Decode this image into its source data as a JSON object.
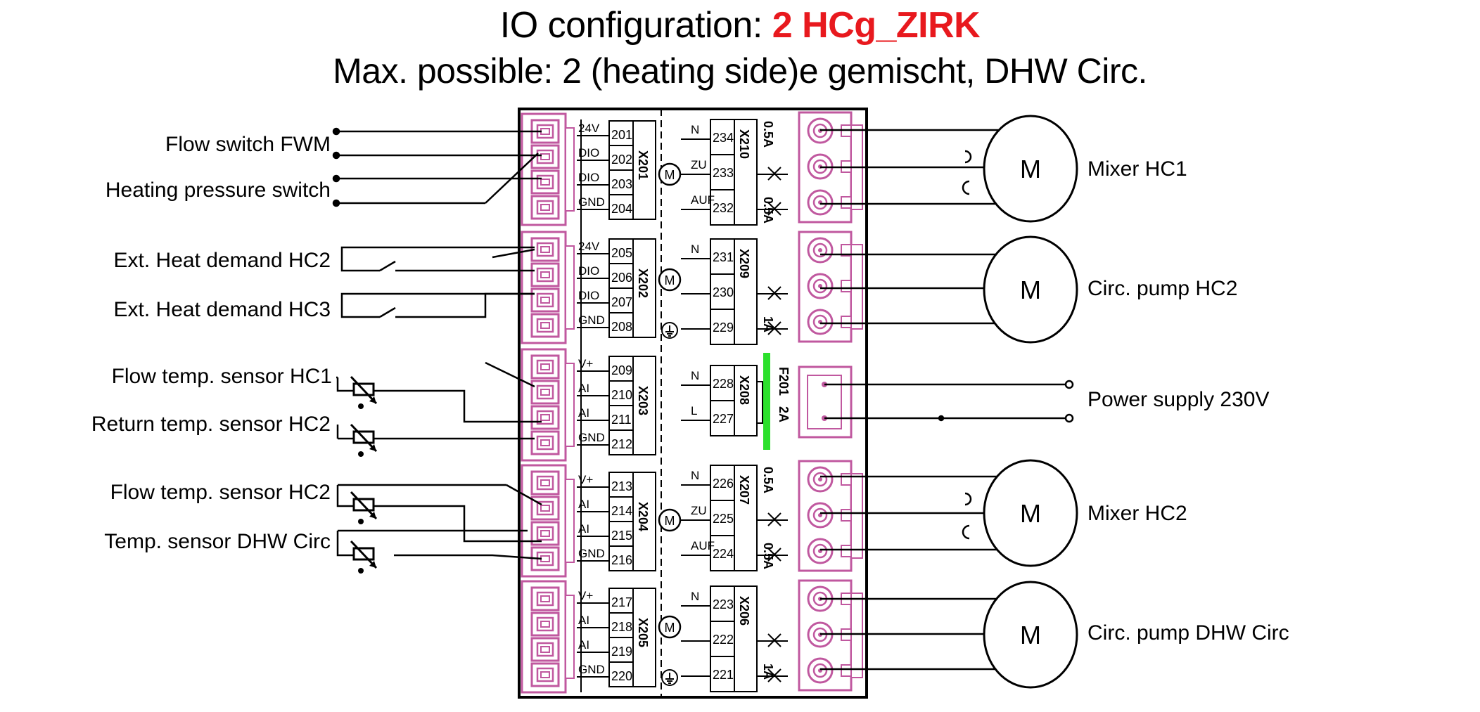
{
  "title": {
    "prefix": "IO configuration: ",
    "config": "2 HCg_ZIRK",
    "subtitle": "Max. possible: 2 (heating side)e gemischt, DHW Circ."
  },
  "colors": {
    "accent": "#e8191e",
    "connector": "#c0589f",
    "fuse": "#2ce02c"
  },
  "left_labels": {
    "flow_switch": "Flow switch FWM",
    "heating_pressure": "Heating pressure switch",
    "ext_heat_hc2": "Ext. Heat demand HC2",
    "ext_heat_hc3": "Ext. Heat demand HC3",
    "flow_temp_hc1": "Flow temp. sensor HC1",
    "return_temp_hc2": "Return temp. sensor HC2",
    "flow_temp_hc2": "Flow temp. sensor HC2",
    "temp_dhw_circ": "Temp. sensor DHW Circ"
  },
  "right_labels": {
    "mixer_hc1": "Mixer HC1",
    "circ_pump_hc2": "Circ. pump HC2",
    "power_supply": "Power supply 230V",
    "mixer_hc2": "Mixer HC2",
    "circ_pump_dhw": "Circ. pump DHW Circ"
  },
  "motor_symbol": "M",
  "connectors_left": [
    {
      "name": "X201",
      "signals": [
        "24V",
        "DIO",
        "DIO",
        "GND"
      ],
      "terminals": [
        "201",
        "202",
        "203",
        "204"
      ]
    },
    {
      "name": "X202",
      "signals": [
        "24V",
        "DIO",
        "DIO",
        "GND"
      ],
      "terminals": [
        "205",
        "206",
        "207",
        "208"
      ]
    },
    {
      "name": "X203",
      "signals": [
        "V+",
        "AI",
        "AI",
        "GND"
      ],
      "terminals": [
        "209",
        "210",
        "211",
        "212"
      ]
    },
    {
      "name": "X204",
      "signals": [
        "V+",
        "AI",
        "AI",
        "GND"
      ],
      "terminals": [
        "213",
        "214",
        "215",
        "216"
      ]
    },
    {
      "name": "X205",
      "signals": [
        "V+",
        "AI",
        "AI",
        "GND"
      ],
      "terminals": [
        "217",
        "218",
        "219",
        "220"
      ]
    }
  ],
  "connectors_right": [
    {
      "name": "X210",
      "signals": [
        "N",
        "ZU",
        "AUF"
      ],
      "terminals": [
        "234",
        "233",
        "232"
      ],
      "rating_top": "0.5A",
      "rating_bottom": "0.5A"
    },
    {
      "name": "X209",
      "signals": [
        "N",
        "",
        ""
      ],
      "terminals": [
        "231",
        "230",
        "229"
      ],
      "rating_bottom": "1A"
    },
    {
      "name": "X208",
      "signals": [
        "N",
        "L"
      ],
      "terminals": [
        "228",
        "227"
      ]
    },
    {
      "name": "X207",
      "signals": [
        "N",
        "ZU",
        "AUF"
      ],
      "terminals": [
        "226",
        "225",
        "224"
      ],
      "rating_top": "0.5A",
      "rating_bottom": "0.5A"
    },
    {
      "name": "X206",
      "signals": [
        "N",
        "",
        ""
      ],
      "terminals": [
        "223",
        "222",
        "221"
      ],
      "rating_bottom": "1A"
    }
  ],
  "fuse": {
    "label": "F201",
    "rating": "2A"
  }
}
